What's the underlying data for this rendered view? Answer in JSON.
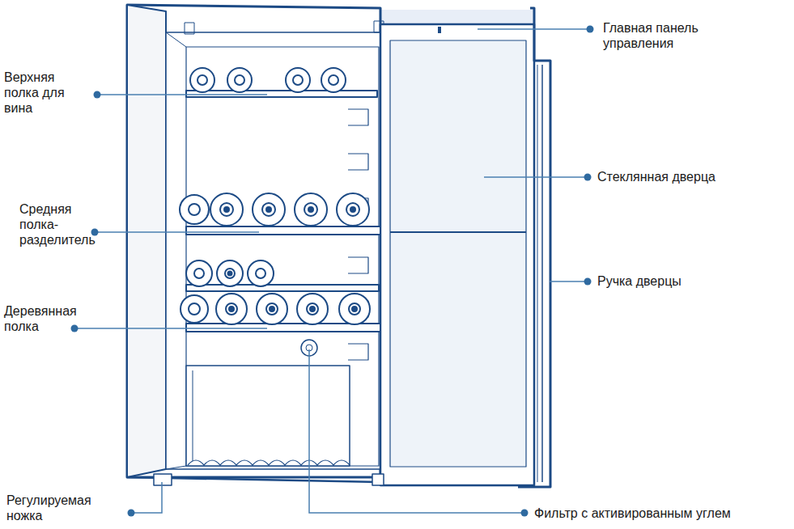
{
  "diagram": {
    "labels": [
      "Главная панель управления",
      "Верхняя полка для вина",
      "Стеклянная дверца",
      "Средняя полка- разделитель",
      "Ручка дверцы",
      "Деревянная полка",
      "Регулируемая ножка",
      "Фильтр с активированным углем"
    ]
  }
}
